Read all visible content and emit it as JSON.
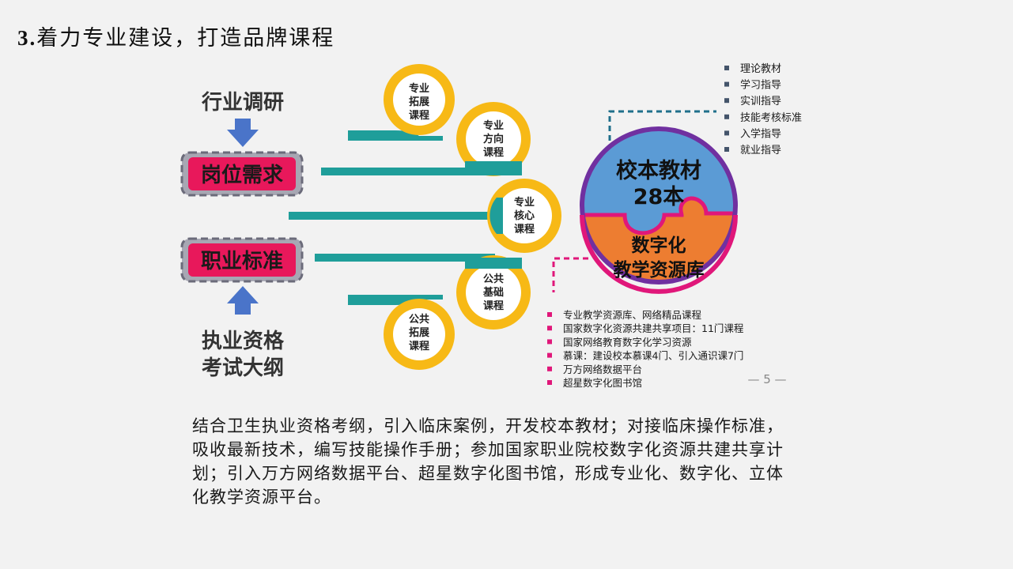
{
  "title": {
    "num": "3.",
    "text": "着力专业建设，打造品牌课程"
  },
  "left_flow": {
    "top_label": "行业调研",
    "box1": "岗位需求",
    "box2": "职业标准",
    "bottom_label_line1": "执业资格",
    "bottom_label_line2": "考试大纲"
  },
  "courses": [
    {
      "lines": [
        "专业",
        "拓展",
        "课程"
      ]
    },
    {
      "lines": [
        "专业",
        "方向",
        "课程"
      ]
    },
    {
      "lines": [
        "专业",
        "核心",
        "课程"
      ]
    },
    {
      "lines": [
        "公共",
        "基础",
        "课程"
      ]
    },
    {
      "lines": [
        "公共",
        "拓展",
        "课程"
      ]
    }
  ],
  "puzzle": {
    "top_line1": "校本教材",
    "top_line2": "28本",
    "bottom_line1": "数字化",
    "bottom_line2": "教学资源库"
  },
  "top_list": [
    "理论教材",
    "学习指导",
    "实训指导",
    "技能考核标准",
    "入学指导",
    "就业指导"
  ],
  "bottom_list": [
    "专业教学资源库、网络精品课程",
    "国家数字化资源共建共享项目：11门课程",
    "国家网络教育数字化学习资源",
    "慕课：建设校本慕课4门、引入通识课7门",
    "万方网络数据平台",
    "超星数字化图书馆"
  ],
  "page_number": "— 5 —",
  "paragraph": "结合卫生执业资格考纲，引入临床案例，开发校本教材；对接临床操作标准，吸收最新技术，编写技能操作手册；参加国家职业院校数字化资源共建共享计划；引入万方网络数据平台、超星数字化图书馆，形成专业化、数字化、立体化教学资源平台。",
  "colors": {
    "yellow": "#f7b916",
    "teal": "#1f9e9a",
    "pink": "#e8185b",
    "blue_arrow": "#4a74c9",
    "puzzle_blue": "#5b9bd5",
    "puzzle_orange": "#ed7d31",
    "puzzle_ring": "#e0177a",
    "dashed_teal": "#1f6f8b",
    "list_square_top": "#44546a",
    "list_square_bottom": "#e0177a"
  }
}
